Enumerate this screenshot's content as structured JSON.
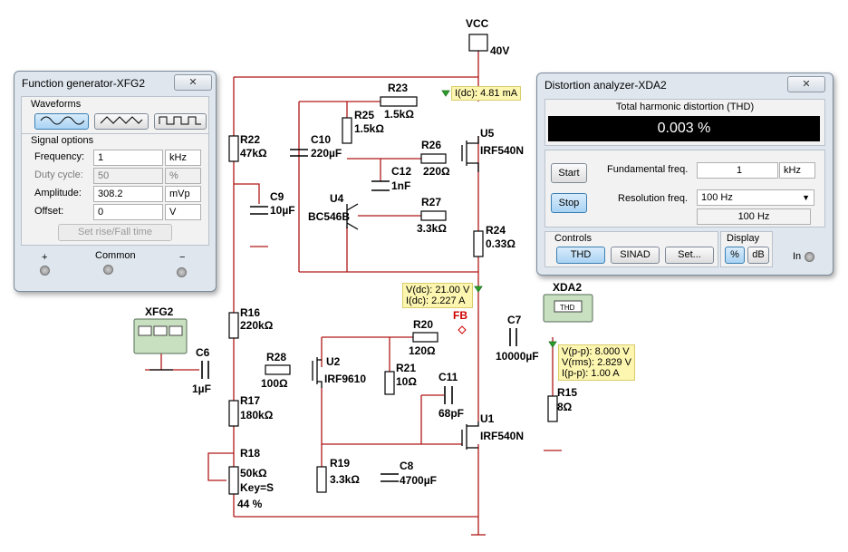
{
  "schematic": {
    "vcc": {
      "label": "VCC",
      "value": "40V"
    },
    "components": {
      "r22": {
        "name": "R22",
        "value": "47kΩ"
      },
      "r23": {
        "name": "R23",
        "value": "1.5kΩ"
      },
      "r25": {
        "name": "R25",
        "value": "1.5kΩ"
      },
      "r26": {
        "name": "R26",
        "value": "220Ω"
      },
      "r27": {
        "name": "R27",
        "value": "3.3kΩ"
      },
      "r24": {
        "name": "R24",
        "value": "0.33Ω"
      },
      "c10": {
        "name": "C10",
        "value": "220µF"
      },
      "c12": {
        "name": "C12",
        "value": "1nF"
      },
      "c9": {
        "name": "C9",
        "value": "10µF"
      },
      "u4": {
        "name": "U4",
        "value": "BC546B"
      },
      "u5": {
        "name": "U5",
        "value": "IRF540N"
      },
      "r16": {
        "name": "R16",
        "value": "220kΩ"
      },
      "r20": {
        "name": "R20",
        "value": "120Ω"
      },
      "c7": {
        "name": "C7",
        "value": "10000µF"
      },
      "fb": {
        "name": "FB"
      },
      "c6": {
        "name": "C6",
        "value": "1µF"
      },
      "r28": {
        "name": "R28",
        "value": "100Ω"
      },
      "u2": {
        "name": "U2",
        "value": "IRF9610"
      },
      "r21": {
        "name": "R21",
        "value": "10Ω"
      },
      "c11": {
        "name": "C11",
        "value": "68pF"
      },
      "r17": {
        "name": "R17",
        "value": "180kΩ"
      },
      "u1": {
        "name": "U1",
        "value": "IRF540N"
      },
      "r15": {
        "name": "R15",
        "value": "8Ω"
      },
      "r18": {
        "name": "R18",
        "value": "50kΩ",
        "key": "Key=S",
        "pct": "44 %"
      },
      "r19": {
        "name": "R19",
        "value": "3.3kΩ"
      },
      "c8": {
        "name": "C8",
        "value": "4700µF"
      },
      "xfg2": {
        "name": "XFG2"
      },
      "xda2": {
        "name": "XDA2",
        "screen": "THD"
      }
    },
    "probes": {
      "p1": {
        "line1": "I(dc): 4.81 mA"
      },
      "p2": {
        "line1": "V(dc): 21.00 V",
        "line2": "I(dc): 2.227 A"
      },
      "p3": {
        "line1": "V(p-p): 8.000 V",
        "line2": "V(rms): 2.829 V",
        "line3": "I(p-p): 1.00 A"
      }
    }
  },
  "function_generator": {
    "title": "Function generator-XFG2",
    "close": "✕",
    "waveforms_label": "Waveforms",
    "waveforms": [
      {
        "name": "sine",
        "selected": true
      },
      {
        "name": "triangle",
        "selected": false
      },
      {
        "name": "square",
        "selected": false
      }
    ],
    "signal_options_label": "Signal options",
    "fields": [
      {
        "label": "Frequency:",
        "value": "1",
        "unit": "kHz",
        "disabled": false
      },
      {
        "label": "Duty cycle:",
        "value": "50",
        "unit": "%",
        "disabled": true
      },
      {
        "label": "Amplitude:",
        "value": "308.2",
        "unit": "mVp",
        "disabled": false
      },
      {
        "label": "Offset:",
        "value": "0",
        "unit": "V",
        "disabled": false
      }
    ],
    "rise_fall_button": "Set rise/Fall time",
    "terminals": {
      "plus": "+",
      "common": "Common",
      "minus": "−"
    }
  },
  "distortion_analyzer": {
    "title": "Distortion analyzer-XDA2",
    "close": "✕",
    "display_header": "Total harmonic distortion (THD)",
    "reading": "0.003 %",
    "start_button": "Start",
    "stop_button": "Stop",
    "fundamental_label": "Fundamental freq.",
    "fundamental_value": "1",
    "fundamental_unit": "kHz",
    "resolution_label": "Resolution freq.",
    "resolution_value": "100 Hz",
    "resolution_readout": "100 Hz",
    "controls_label": "Controls",
    "controls": {
      "thd": "THD",
      "sinad": "SINAD",
      "set": "Set..."
    },
    "display_label": "Display",
    "display": {
      "percent": "%",
      "db": "dB"
    },
    "input_label": "In"
  }
}
